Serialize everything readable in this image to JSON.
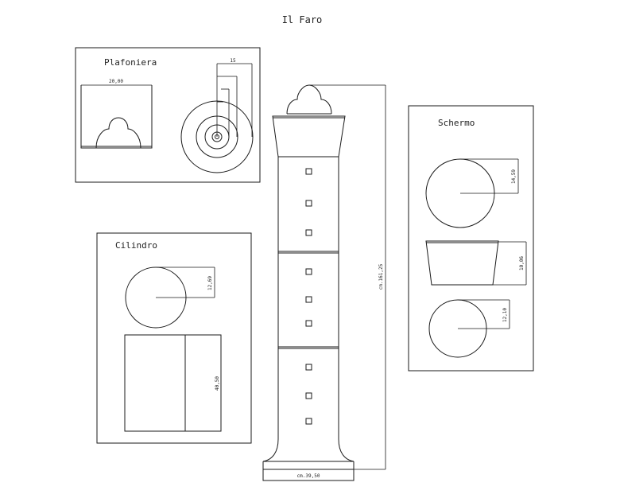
{
  "title": "Il Faro",
  "panels": {
    "plafoniera": {
      "label": "Plafoniera",
      "width_dim": "20,00",
      "ring_dim": "15"
    },
    "cilindro": {
      "label": "Cilindro",
      "radius_dim": "12,69",
      "height_dim": "40,50"
    },
    "schermo": {
      "label": "Schermo",
      "top_radius_dim": "14,59",
      "height_dim": "10,06",
      "bottom_radius_dim": "12,10"
    }
  },
  "lighthouse": {
    "height_dim": "cm.161,25",
    "base_dim": "cm.39,50",
    "segment_count": 3
  }
}
